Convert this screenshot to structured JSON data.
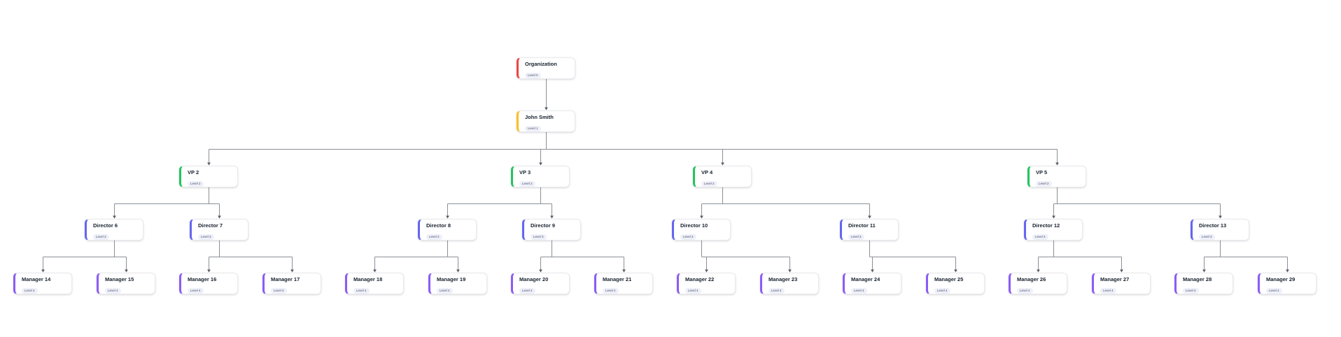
{
  "org_chart": {
    "type": "tree",
    "connector_color": "#8b8f96",
    "arrow_color": "#565b63",
    "card_background": "#ffffff",
    "badge_background": "#eef0fa",
    "badge_text_color": "#4a5160",
    "level_colors": [
      "#ef4444",
      "#fbbf24",
      "#22c55e",
      "#6366f1",
      "#8b5cf6"
    ],
    "nodes": [
      {
        "id": "org",
        "label": "Organization",
        "level": 0,
        "level_label": "Level 0",
        "parent": null
      },
      {
        "id": "john",
        "label": "John Smith",
        "level": 1,
        "level_label": "Level 1",
        "parent": "org"
      },
      {
        "id": "vp2",
        "label": "VP 2",
        "level": 2,
        "level_label": "Level 2",
        "parent": "john"
      },
      {
        "id": "vp3",
        "label": "VP 3",
        "level": 2,
        "level_label": "Level 2",
        "parent": "john"
      },
      {
        "id": "vp4",
        "label": "VP 4",
        "level": 2,
        "level_label": "Level 2",
        "parent": "john"
      },
      {
        "id": "vp5",
        "label": "VP 5",
        "level": 2,
        "level_label": "Level 2",
        "parent": "john"
      },
      {
        "id": "dir6",
        "label": "Director 6",
        "level": 3,
        "level_label": "Level 3",
        "parent": "vp2"
      },
      {
        "id": "dir7",
        "label": "Director 7",
        "level": 3,
        "level_label": "Level 3",
        "parent": "vp2"
      },
      {
        "id": "dir8",
        "label": "Director 8",
        "level": 3,
        "level_label": "Level 3",
        "parent": "vp3"
      },
      {
        "id": "dir9",
        "label": "Director 9",
        "level": 3,
        "level_label": "Level 3",
        "parent": "vp3"
      },
      {
        "id": "dir10",
        "label": "Director 10",
        "level": 3,
        "level_label": "Level 3",
        "parent": "vp4"
      },
      {
        "id": "dir11",
        "label": "Director 11",
        "level": 3,
        "level_label": "Level 3",
        "parent": "vp4"
      },
      {
        "id": "dir12",
        "label": "Director 12",
        "level": 3,
        "level_label": "Level 3",
        "parent": "vp5"
      },
      {
        "id": "dir13",
        "label": "Director 13",
        "level": 3,
        "level_label": "Level 3",
        "parent": "vp5"
      },
      {
        "id": "mgr14",
        "label": "Manager 14",
        "level": 4,
        "level_label": "Level 4",
        "parent": "dir6"
      },
      {
        "id": "mgr15",
        "label": "Manager 15",
        "level": 4,
        "level_label": "Level 4",
        "parent": "dir6"
      },
      {
        "id": "mgr16",
        "label": "Manager 16",
        "level": 4,
        "level_label": "Level 4",
        "parent": "dir7"
      },
      {
        "id": "mgr17",
        "label": "Manager 17",
        "level": 4,
        "level_label": "Level 4",
        "parent": "dir7"
      },
      {
        "id": "mgr18",
        "label": "Manager 18",
        "level": 4,
        "level_label": "Level 4",
        "parent": "dir8"
      },
      {
        "id": "mgr19",
        "label": "Manager 19",
        "level": 4,
        "level_label": "Level 4",
        "parent": "dir8"
      },
      {
        "id": "mgr20",
        "label": "Manager 20",
        "level": 4,
        "level_label": "Level 4",
        "parent": "dir9"
      },
      {
        "id": "mgr21",
        "label": "Manager 21",
        "level": 4,
        "level_label": "Level 4",
        "parent": "dir9"
      },
      {
        "id": "mgr22",
        "label": "Manager 22",
        "level": 4,
        "level_label": "Level 4",
        "parent": "dir10"
      },
      {
        "id": "mgr23",
        "label": "Manager 23",
        "level": 4,
        "level_label": "Level 4",
        "parent": "dir10"
      },
      {
        "id": "mgr24",
        "label": "Manager 24",
        "level": 4,
        "level_label": "Level 4",
        "parent": "dir11"
      },
      {
        "id": "mgr25",
        "label": "Manager 25",
        "level": 4,
        "level_label": "Level 4",
        "parent": "dir11"
      },
      {
        "id": "mgr26",
        "label": "Manager 26",
        "level": 4,
        "level_label": "Level 4",
        "parent": "dir12"
      },
      {
        "id": "mgr27",
        "label": "Manager 27",
        "level": 4,
        "level_label": "Level 4",
        "parent": "dir12"
      },
      {
        "id": "mgr28",
        "label": "Manager 28",
        "level": 4,
        "level_label": "Level 4",
        "parent": "dir13"
      },
      {
        "id": "mgr29",
        "label": "Manager 29",
        "level": 4,
        "level_label": "Level 4",
        "parent": "dir13"
      }
    ]
  }
}
